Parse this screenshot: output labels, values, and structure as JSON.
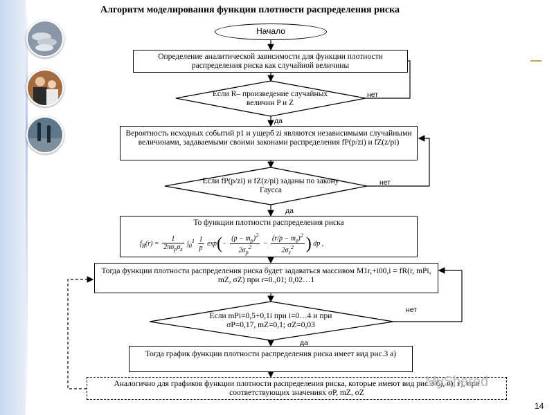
{
  "slide": {
    "title": "Алгоритм моделирования функции плотности распределения риска",
    "page_number": "14",
    "watermark": "MyShared"
  },
  "flowchart": {
    "start": "Начало",
    "step1": "Определение аналитической зависимости для функции плотности распределения риска как случайной величины",
    "decision1": "Если R– произведение случайных величин P и Z",
    "step2": "Вероятность исходных событий p1 и ущерб zi являются независимыми случайными величинами, задаваемыми своими законами распределения fP(p/zi) и fZ(z/pi)",
    "decision2": "Если fP(p/zi) и fZ(z/pi) заданы по закону Гаусса",
    "step3_title": "То функции плотности распределения риска",
    "step4": "Тогда функции плотности распределения риска будет задаваться массивом M1r,+i00,i = fR(r, mPi, mZ, σZ) при r=0.,01; 0,02…1",
    "decision3": "Если mPi=0,5+0,1i при i=0…4 и при σP=0,17, mZ=0,1; σZ=0,03",
    "step5": "Тогда график функции плотности распределения риска имеет вид рис.3 а)",
    "step6": "Аналогично для графиков функции плотности распределения риска, которые имеют вид рис.3 б), в), г), при соответствующих значениях σP, mZ, σZ",
    "yes_label": "да",
    "no_label": "нет"
  }
}
